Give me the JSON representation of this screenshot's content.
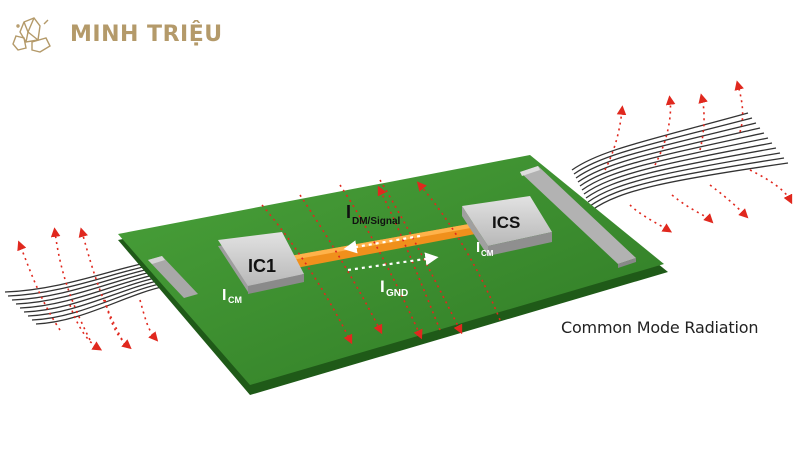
{
  "brand": {
    "name": "MINH TRIỆU",
    "icon": "crystal-logo-icon",
    "color": "#b49a6a"
  },
  "diagram": {
    "caption": "Common Mode Radiation",
    "components": [
      {
        "id": "ic1",
        "label": "IC1"
      },
      {
        "id": "ics",
        "label": "ICS"
      }
    ],
    "currents": {
      "signal": {
        "main": "I",
        "sub": "DM/Signal"
      },
      "ground": {
        "main": "I",
        "sub": "GND"
      },
      "cm_left": {
        "main": "I",
        "sub": "CM"
      },
      "cm_right": {
        "main": "I",
        "sub": "CM"
      }
    },
    "colors": {
      "pcb": "#3a8a2e",
      "trace": "#f0901c",
      "radiation": "#e0281e",
      "chip": "#c8c8c8",
      "cable": "#333333"
    }
  }
}
